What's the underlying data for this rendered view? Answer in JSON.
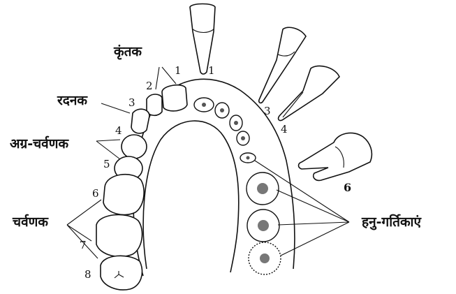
{
  "labels": {
    "incisors": "कृंतक",
    "canine": "रदनक",
    "premolars": "अग्र-चर्वणक",
    "molars": "चर्वणक",
    "jaw_sockets": "हनु-गर्तिकाएं"
  },
  "left_numbers": [
    "1",
    "2",
    "3",
    "4",
    "5",
    "6",
    "7",
    "8"
  ],
  "right_numbers": {
    "incisor": "1",
    "canine": "3",
    "premolar": "4",
    "molar": "6"
  }
}
